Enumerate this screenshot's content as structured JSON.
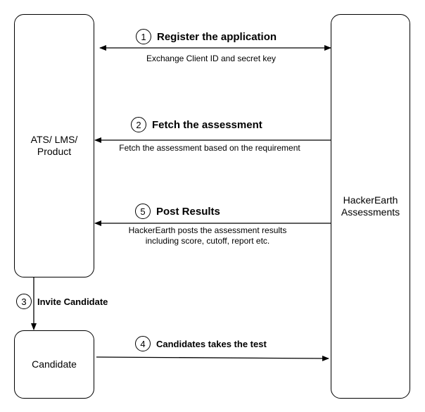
{
  "nodes": {
    "left_system": [
      "ATS/ LMS/",
      "Product"
    ],
    "hackerearth": [
      "HackerEarth",
      "Assessments"
    ],
    "candidate": "Candidate"
  },
  "steps": [
    {
      "number": "1",
      "title": "Register the application",
      "caption": "Exchange Client ID and secret key"
    },
    {
      "number": "2",
      "title": "Fetch the assessment",
      "caption": "Fetch the assessment based on the requirement"
    },
    {
      "number": "3",
      "title": "Invite Candidate"
    },
    {
      "number": "4",
      "title": "Candidates takes the test"
    },
    {
      "number": "5",
      "title": "Post Results",
      "caption_lines": [
        "HackerEarth posts the assessment results",
        "including score, cutoff, report etc."
      ]
    }
  ]
}
